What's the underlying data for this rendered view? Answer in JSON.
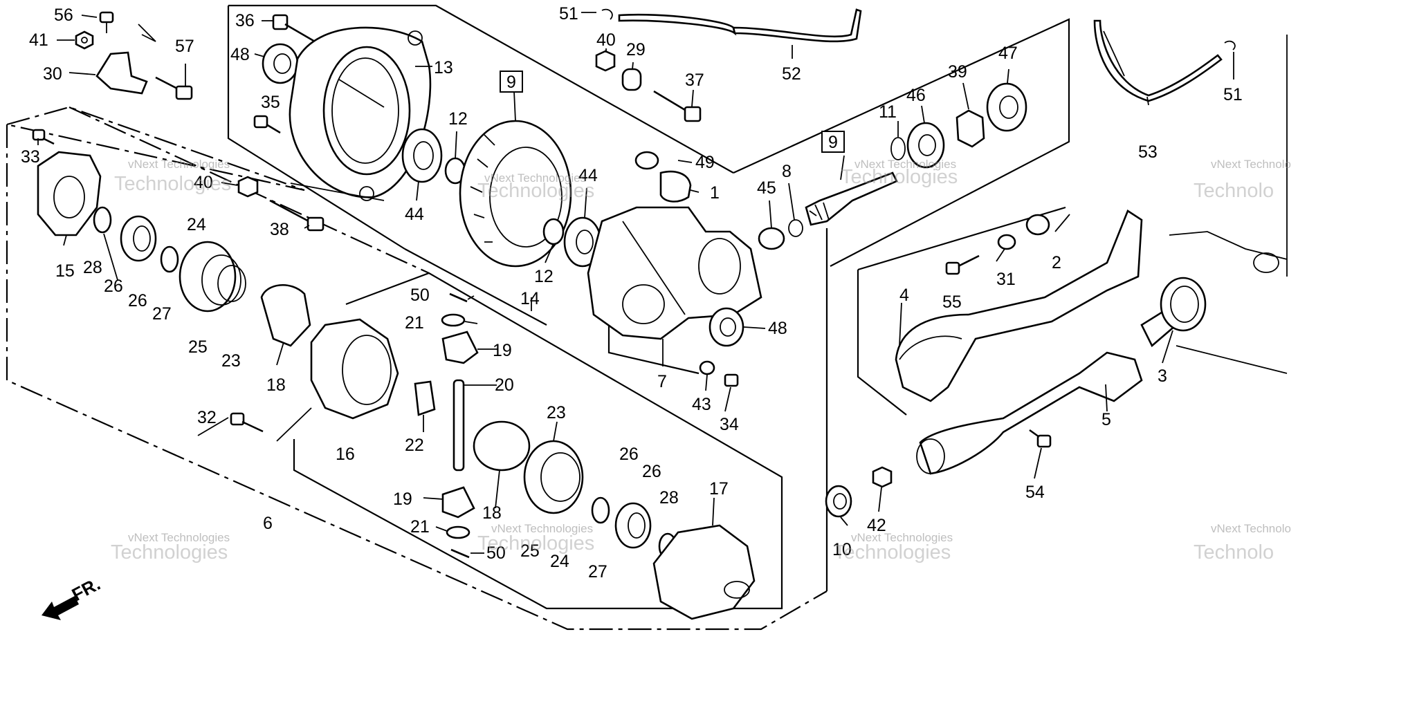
{
  "labels": {
    "p56": "56",
    "p41": "41",
    "p30": "30",
    "p57": "57",
    "p36": "36",
    "p48a": "48",
    "p35": "35",
    "p13": "13",
    "p33": "33",
    "p40a": "40",
    "p38": "38",
    "p44a": "44",
    "p12a": "12",
    "p9a": "9",
    "p51a": "51",
    "p52": "52",
    "p40b": "40",
    "p29": "29",
    "p37": "37",
    "p49": "49",
    "p1": "1",
    "p44b": "44",
    "p12b": "12",
    "p14": "14",
    "p48b": "48",
    "p7": "7",
    "p43": "43",
    "p34": "34",
    "p45": "45",
    "p8": "8",
    "p9b": "9",
    "p11": "11",
    "p46": "46",
    "p39": "39",
    "p47": "47",
    "p53": "53",
    "p51b": "51",
    "p15": "15",
    "p28a": "28",
    "p26a": "26",
    "p26b": "26",
    "p27a": "27",
    "p24a": "24",
    "p25a": "25",
    "p23a": "23",
    "p18a": "18",
    "p50a": "50",
    "p21a": "21",
    "p19a": "19",
    "p20": "20",
    "p22": "22",
    "p16": "16",
    "p32": "32",
    "p6": "6",
    "p23b": "23",
    "p19b": "19",
    "p18b": "18",
    "p21b": "21",
    "p50b": "50",
    "p25b": "25",
    "p24b": "24",
    "p27b": "27",
    "p26c": "26",
    "p26d": "26",
    "p28b": "28",
    "p17": "17",
    "p2": "2",
    "p31": "31",
    "p55": "55",
    "p4": "4",
    "p3": "3",
    "p5": "5",
    "p54": "54",
    "p10": "10",
    "p42": "42"
  },
  "front_marker": "FR.",
  "watermark": {
    "line1": "vNext Technologies",
    "line2": "Technologies",
    "line1_cut": "vNext Technolo",
    "line2_cut": "Technolo"
  }
}
